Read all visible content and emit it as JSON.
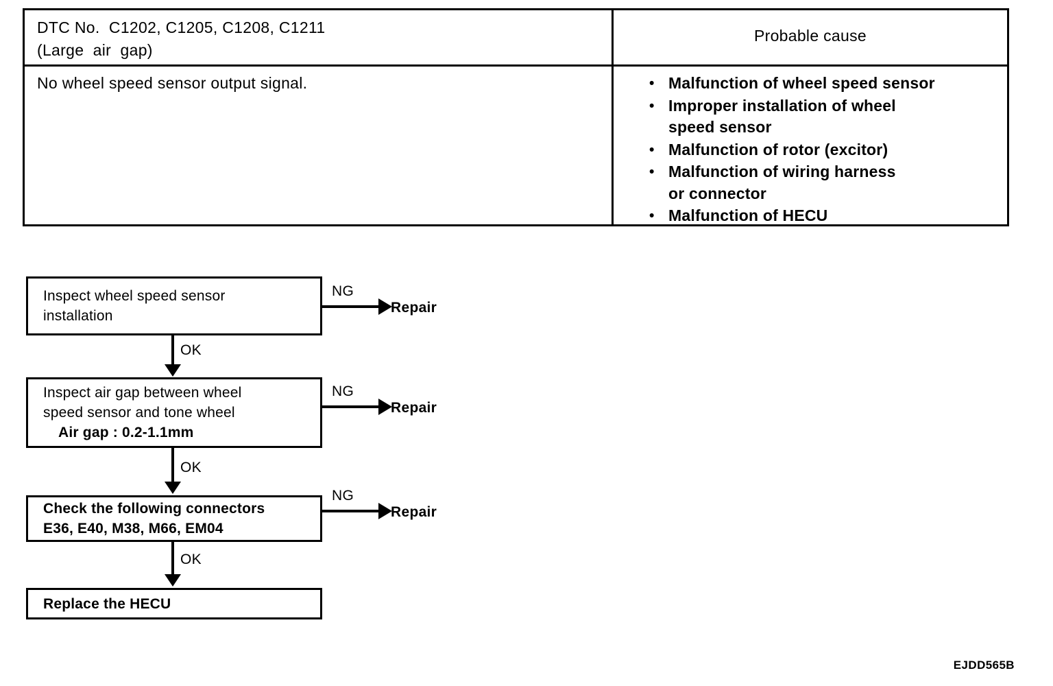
{
  "dtc_table": {
    "header": {
      "dtc_line1": "DTC No.  C1202, C1205, C1208, C1211",
      "dtc_line2": "(Large  air  gap)",
      "probable_cause_title": "Probable cause"
    },
    "body": {
      "fault_description": "No wheel speed sensor output signal.",
      "bullet_glyph": "•",
      "causes": [
        {
          "line1": "Malfunction of wheel speed sensor",
          "line2": ""
        },
        {
          "line1": "Improper installation of wheel",
          "line2": "speed sensor"
        },
        {
          "line1": "Malfunction of rotor (excitor)",
          "line2": ""
        },
        {
          "line1": "Malfunction of wiring harness",
          "line2": "or connector"
        },
        {
          "line1": "Malfunction of HECU",
          "line2": ""
        }
      ]
    }
  },
  "flowchart": {
    "boxes": [
      {
        "id": "box-1",
        "lines": [
          {
            "text": "Inspect wheel speed sensor",
            "style": "normal"
          },
          {
            "text": "installation",
            "style": "normal"
          }
        ]
      },
      {
        "id": "box-2",
        "lines": [
          {
            "text": "Inspect air gap between wheel",
            "style": "normal"
          },
          {
            "text": "speed sensor and tone wheel",
            "style": "normal"
          },
          {
            "text": "Air gap : 0.2-1.1mm",
            "style": "spec"
          }
        ]
      },
      {
        "id": "box-3",
        "lines": [
          {
            "text": "Check the following connectors",
            "style": "bold"
          },
          {
            "text": "E36, E40, M38, M66, EM04",
            "style": "bold"
          }
        ]
      },
      {
        "id": "box-4",
        "lines": [
          {
            "text": "Replace the HECU",
            "style": "bold"
          }
        ]
      }
    ],
    "branches": [
      {
        "condition": "NG",
        "target": "Repair"
      },
      {
        "condition": "NG",
        "target": "Repair"
      },
      {
        "condition": "NG",
        "target": "Repair"
      }
    ],
    "connectors": [
      {
        "label": "OK"
      },
      {
        "label": "OK"
      },
      {
        "label": "OK"
      }
    ]
  },
  "figure_code": "EJDD565B",
  "colors": {
    "ink": "#000000",
    "paper": "#ffffff"
  }
}
